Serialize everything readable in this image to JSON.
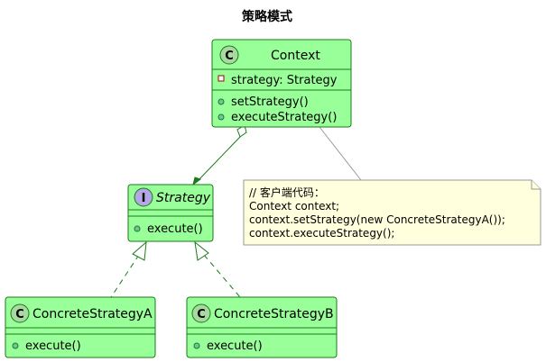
{
  "title": "策略模式",
  "colors": {
    "class_fill": "#99ff99",
    "class_stroke": "#1a7a1a",
    "circle_class": "#a9d8a1",
    "circle_interface": "#b4a7e5",
    "note_fill": "#ffffdd",
    "note_stroke": "#999999",
    "edge": "#1a7a1a"
  },
  "classes": {
    "context": {
      "kind": "C",
      "name": "Context",
      "fields": [
        {
          "visibility": "private",
          "text": "strategy: Strategy"
        }
      ],
      "methods": [
        {
          "visibility": "public",
          "text": "setStrategy()"
        },
        {
          "visibility": "public",
          "text": "executeStrategy()"
        }
      ]
    },
    "strategy": {
      "kind": "I",
      "name": "Strategy",
      "methods": [
        {
          "visibility": "public",
          "text": "execute()"
        }
      ]
    },
    "concrete_a": {
      "kind": "C",
      "name": "ConcreteStrategyA",
      "methods": [
        {
          "visibility": "public",
          "text": "execute()"
        }
      ]
    },
    "concrete_b": {
      "kind": "C",
      "name": "ConcreteStrategyB",
      "methods": [
        {
          "visibility": "public",
          "text": "execute()"
        }
      ]
    }
  },
  "relations": [
    {
      "from": "context",
      "to": "strategy",
      "type": "aggregation"
    },
    {
      "from": "concrete_a",
      "to": "strategy",
      "type": "realization"
    },
    {
      "from": "concrete_b",
      "to": "strategy",
      "type": "realization"
    }
  ],
  "note": {
    "attached_to": "context",
    "lines": [
      "// 客户端代码：",
      "Context context;",
      "context.setStrategy(new ConcreteStrategyA());",
      "context.executeStrategy();"
    ]
  }
}
